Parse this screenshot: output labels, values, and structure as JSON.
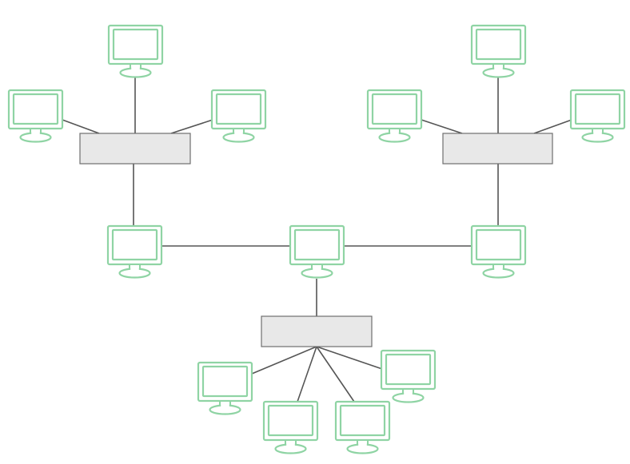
{
  "diagram": {
    "type": "network-topology",
    "colors": {
      "background": "#ffffff",
      "link": "#555555",
      "hub_fill": "#e8e8e8",
      "hub_stroke": "#6f6f6f",
      "computer_stroke": "#8fd4a4",
      "computer_fill": "#ffffff",
      "computer_screen": "#ffffff"
    },
    "icon": "computer-monitor-icon",
    "hubs": [
      {
        "id": "hub-top-left"
      },
      {
        "id": "hub-top-right"
      },
      {
        "id": "hub-bottom"
      }
    ],
    "computers": [
      {
        "id": "pc-tl-top"
      },
      {
        "id": "pc-tl-left"
      },
      {
        "id": "pc-tl-right"
      },
      {
        "id": "pc-tr-top"
      },
      {
        "id": "pc-tr-left"
      },
      {
        "id": "pc-tr-right"
      },
      {
        "id": "pc-bus-left"
      },
      {
        "id": "pc-bus-center"
      },
      {
        "id": "pc-bus-right"
      },
      {
        "id": "pc-bottom-1"
      },
      {
        "id": "pc-bottom-2"
      },
      {
        "id": "pc-bottom-3"
      },
      {
        "id": "pc-bottom-4"
      }
    ],
    "links": [
      {
        "from": "pc-tl-top",
        "to": "hub-top-left"
      },
      {
        "from": "pc-tl-left",
        "to": "hub-top-left"
      },
      {
        "from": "pc-tl-right",
        "to": "hub-top-left"
      },
      {
        "from": "hub-top-left",
        "to": "pc-bus-left"
      },
      {
        "from": "pc-tr-top",
        "to": "hub-top-right"
      },
      {
        "from": "pc-tr-left",
        "to": "hub-top-right"
      },
      {
        "from": "pc-tr-right",
        "to": "hub-top-right"
      },
      {
        "from": "hub-top-right",
        "to": "pc-bus-right"
      },
      {
        "from": "pc-bus-left",
        "to": "pc-bus-center"
      },
      {
        "from": "pc-bus-center",
        "to": "pc-bus-right"
      },
      {
        "from": "pc-bus-center",
        "to": "hub-bottom"
      },
      {
        "from": "hub-bottom",
        "to": "pc-bottom-1"
      },
      {
        "from": "hub-bottom",
        "to": "pc-bottom-2"
      },
      {
        "from": "hub-bottom",
        "to": "pc-bottom-3"
      },
      {
        "from": "hub-bottom",
        "to": "pc-bottom-4"
      }
    ]
  }
}
